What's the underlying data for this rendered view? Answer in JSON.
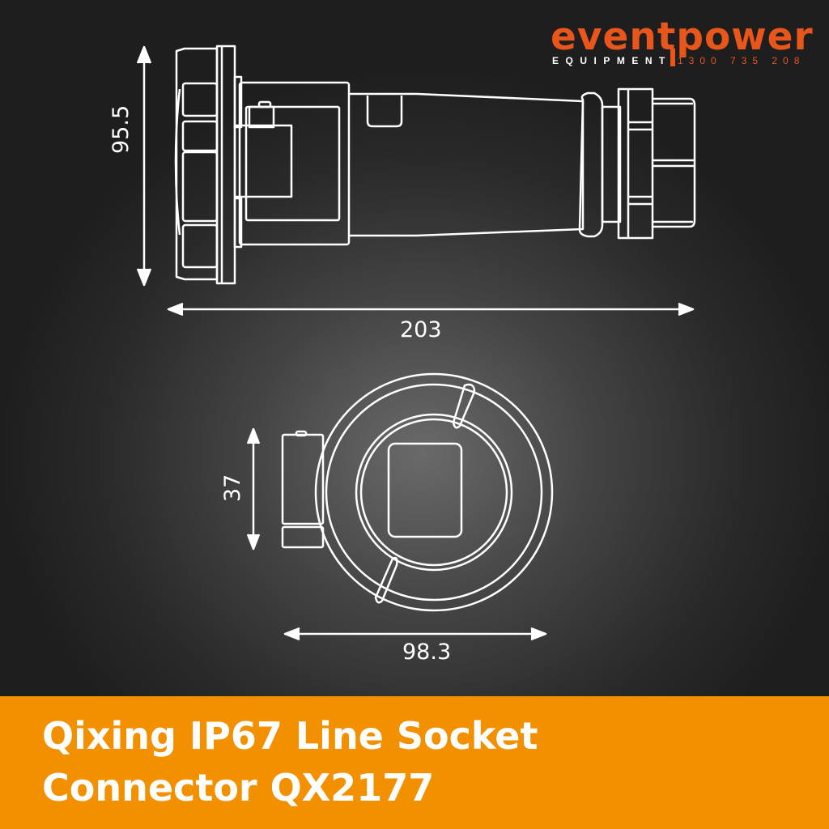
{
  "logo": {
    "brand": "eventpower",
    "tagline": "EQUIPMENT",
    "phone": "1300 735 208",
    "brand_color": "#e8561c"
  },
  "diagram": {
    "side_view": {
      "height_label": "95.5",
      "length_label": "203"
    },
    "front_view": {
      "height_label": "37",
      "width_label": "98.3"
    },
    "line_color": "#ffffff",
    "background": "#2a2a2a"
  },
  "banner": {
    "title_line1": "Qixing IP67 Line Socket",
    "title_line2": "Connector QX2177",
    "background_color": "#f29000"
  }
}
